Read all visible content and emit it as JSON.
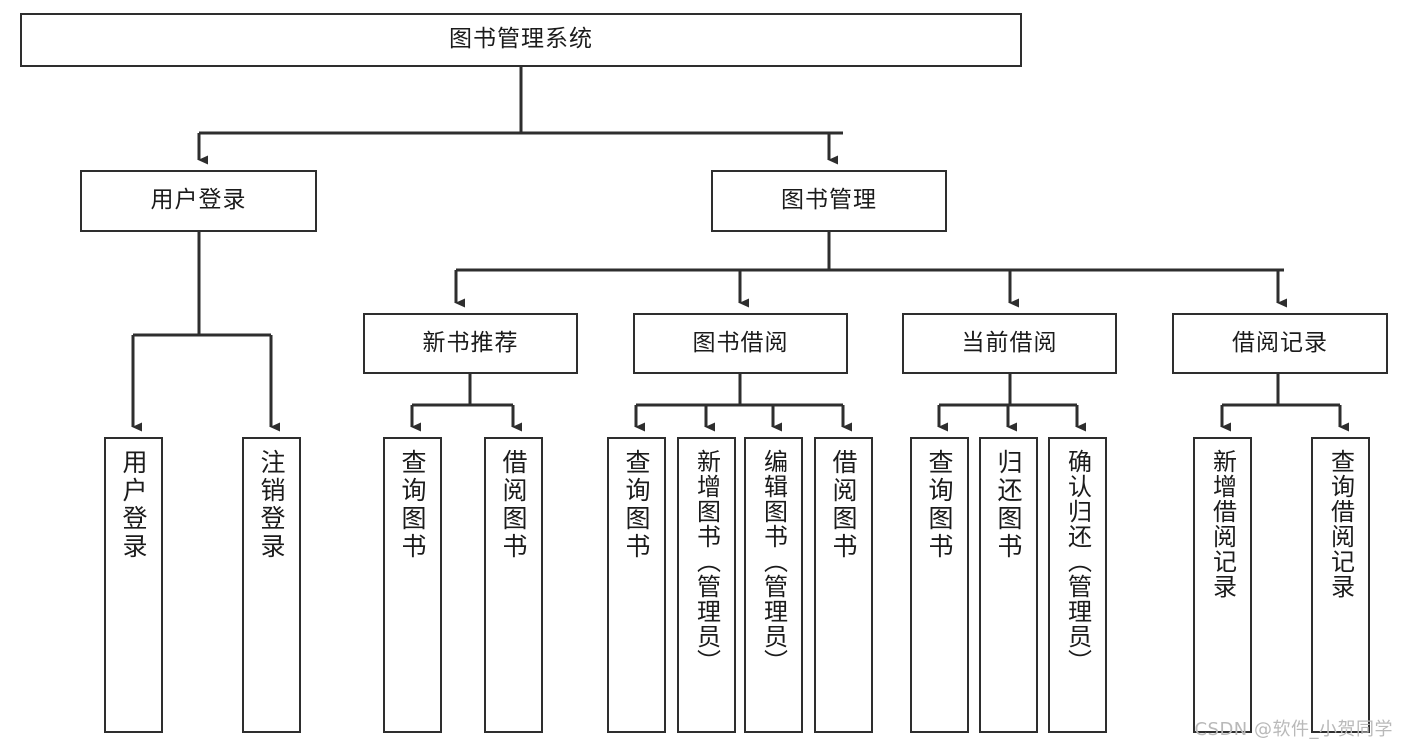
{
  "diagram": {
    "title": "图书管理系统",
    "type": "tree-hierarchy",
    "watermark": "CSDN @软件_小贺同学",
    "colors": {
      "stroke": "#2e2e2e",
      "fill": "#ffffff",
      "text": "#1b1b1b",
      "watermark": "#b9b9b9"
    },
    "root": {
      "label": "图书管理系统"
    },
    "level1": [
      {
        "label": "用户登录"
      },
      {
        "label": "图书管理"
      }
    ],
    "level2": [
      {
        "label": "新书推荐"
      },
      {
        "label": "图书借阅"
      },
      {
        "label": "当前借阅"
      },
      {
        "label": "借阅记录"
      }
    ],
    "leaves": {
      "user_login": [
        {
          "label": "用户登录"
        },
        {
          "label": "注销登录"
        }
      ],
      "new_book_recommend": [
        {
          "label": "查询图书"
        },
        {
          "label": "借阅图书"
        }
      ],
      "book_borrow": [
        {
          "label": "查询图书"
        },
        {
          "label": "新增图书（管理员）"
        },
        {
          "label": "编辑图书（管理员）"
        },
        {
          "label": "借阅图书"
        }
      ],
      "current_borrow": [
        {
          "label": "查询图书"
        },
        {
          "label": "归还图书"
        },
        {
          "label": "确认归还（管理员）"
        }
      ],
      "borrow_record": [
        {
          "label": "新增借阅记录"
        },
        {
          "label": "查询借阅记录"
        }
      ]
    }
  }
}
